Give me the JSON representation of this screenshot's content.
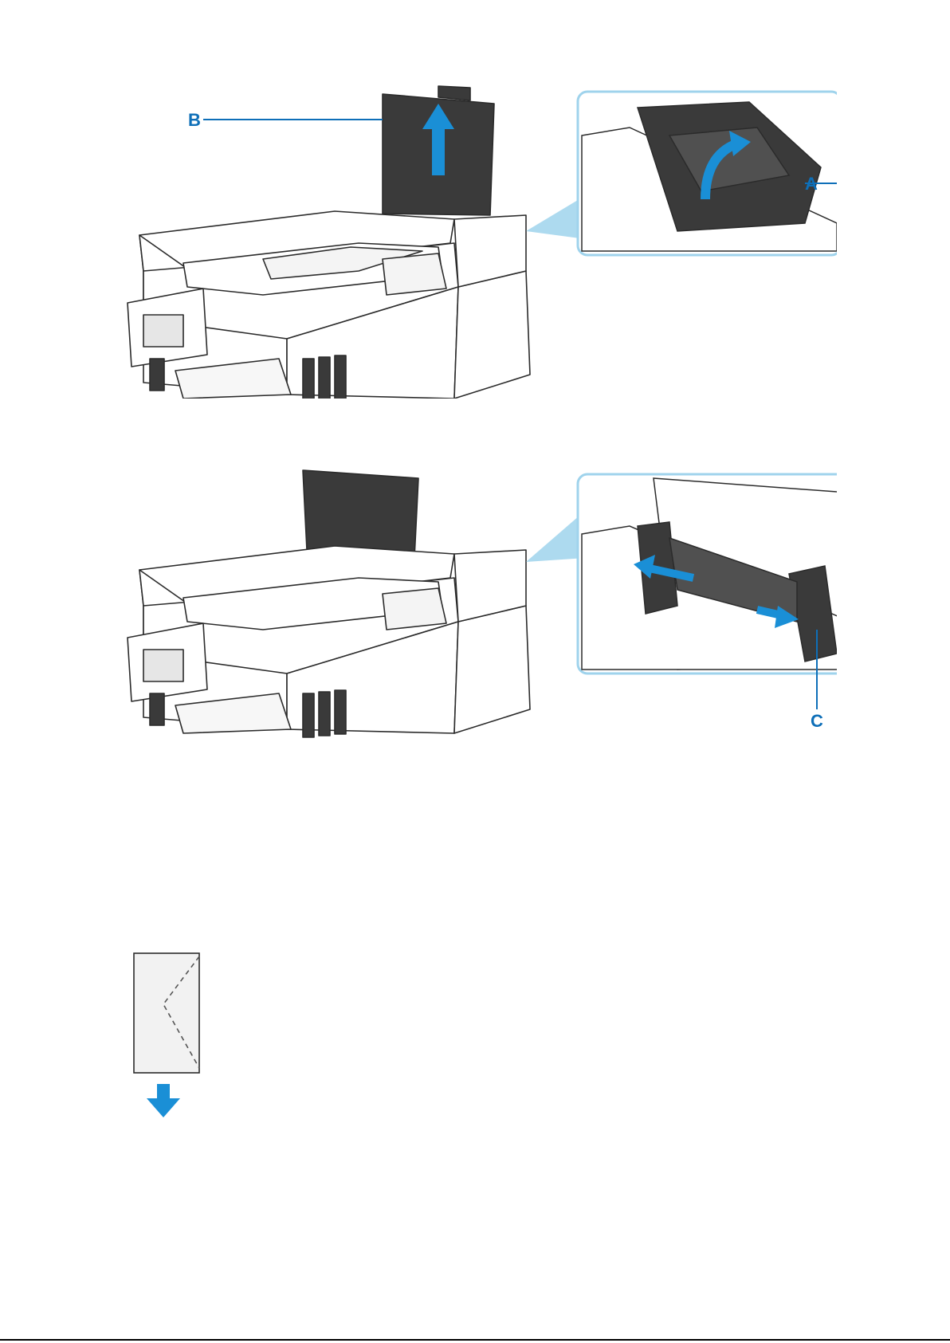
{
  "colors": {
    "accent": "#0e6fb8",
    "arrow": "#1a8fd6",
    "frame": "#9fd3ec",
    "line": "#2b2b2b",
    "dark_part": "#3a3a3a"
  },
  "figures": [
    {
      "name": "rear-tray-raise-paper-support",
      "labels": {
        "b": "B",
        "a": "A"
      }
    },
    {
      "name": "rear-tray-slide-paper-guides",
      "labels": {
        "c": "C"
      }
    },
    {
      "name": "envelope-load-orientation",
      "icons": [
        "envelope-icon",
        "arrow-down-icon"
      ]
    }
  ]
}
